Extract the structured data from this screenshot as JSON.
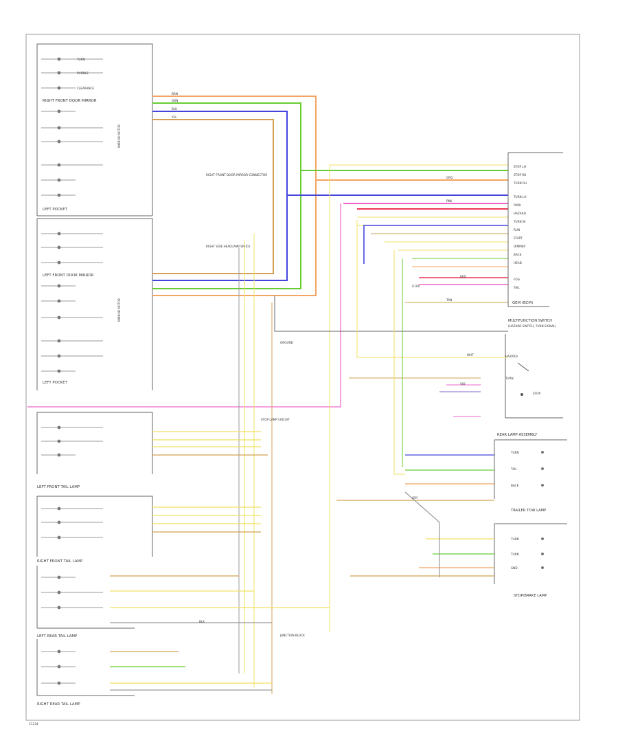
{
  "footer": {
    "code": "C1234"
  },
  "colors": {
    "orange": "#f4a460",
    "green": "#66cc33",
    "blue": "#4444dd",
    "tan": "#d2a050",
    "yellow": "#f0e060",
    "pink": "#ee66cc",
    "purple": "#8866cc",
    "red": "#ee3355",
    "gray": "#999999",
    "black": "#333333"
  },
  "components": {
    "mirror_rr": {
      "title_top": "RIGHT FRONT DOOR MIRROR",
      "title_bottom": "LEFT POCKET",
      "split_label": "MIRROR MOTOR",
      "lamp1": "TURN",
      "lamp2": "PUDDLE",
      "lamp3": "CLEARANCE"
    },
    "mirror_lf": {
      "title_top": "LEFT FRONT DOOR MIRROR",
      "title_bottom": "LEFT POCKET",
      "split_label": "MIRROR MOTOR"
    },
    "lamp_lf_tail": {
      "title": "LEFT FRONT TAIL LAMP"
    },
    "lamp_rf_tail": {
      "title": "RIGHT FRONT TAIL LAMP"
    },
    "lamp_lr_tail": {
      "title": "LEFT REAR TAIL LAMP"
    },
    "lamp_rr_tail": {
      "title": "RIGHT REAR TAIL LAMP"
    },
    "module": {
      "title": "GEM (BCM)",
      "pins": [
        "STOP LH",
        "STOP RH",
        "TURN RH",
        "TURN LH",
        "PARK",
        "HAZARD",
        "TURN IN",
        "RUN",
        "START",
        "DIMMER",
        "BACK",
        "HEAD",
        "FOG",
        "TAIL"
      ]
    },
    "multifunction": {
      "title": "MULTIFUNCTION SWITCH",
      "note": "(HAZARD SWITCH, TURN SIGNAL)",
      "labels": [
        "HAZARD",
        "TURN",
        "STOP"
      ]
    },
    "rear_lamp": {
      "title": "REAR LAMP ASSEMBLY",
      "rows": [
        "TURN",
        "TAIL",
        "BACK"
      ]
    },
    "trailer": {
      "title": "TRAILER TOW LAMP",
      "rows": [
        "TURN",
        "TURN",
        "GND"
      ]
    },
    "stop_lamp": {
      "title": "STOP/BRAKE LAMP"
    }
  },
  "callouts": {
    "c1": "RIGHT FRONT DOOR MIRROR CONNECTOR",
    "c2": "RIGHT SIDE HEADLAMP SPLICE",
    "c3": "GROUND",
    "c4": "STOP LAMP CIRCUIT",
    "c5": "JUNCTION BLOCK",
    "c6": "G100"
  },
  "wire_labels": [
    "BRN",
    "GRN",
    "BLU",
    "YEL",
    "ORG",
    "PNK",
    "TAN",
    "VIO",
    "RED",
    "WHT",
    "BLK",
    "GRY"
  ],
  "pin_text": {
    "turn": "TURN",
    "park": "PARK",
    "stop": "STOP",
    "tail": "TAIL",
    "gnd": "GND"
  }
}
